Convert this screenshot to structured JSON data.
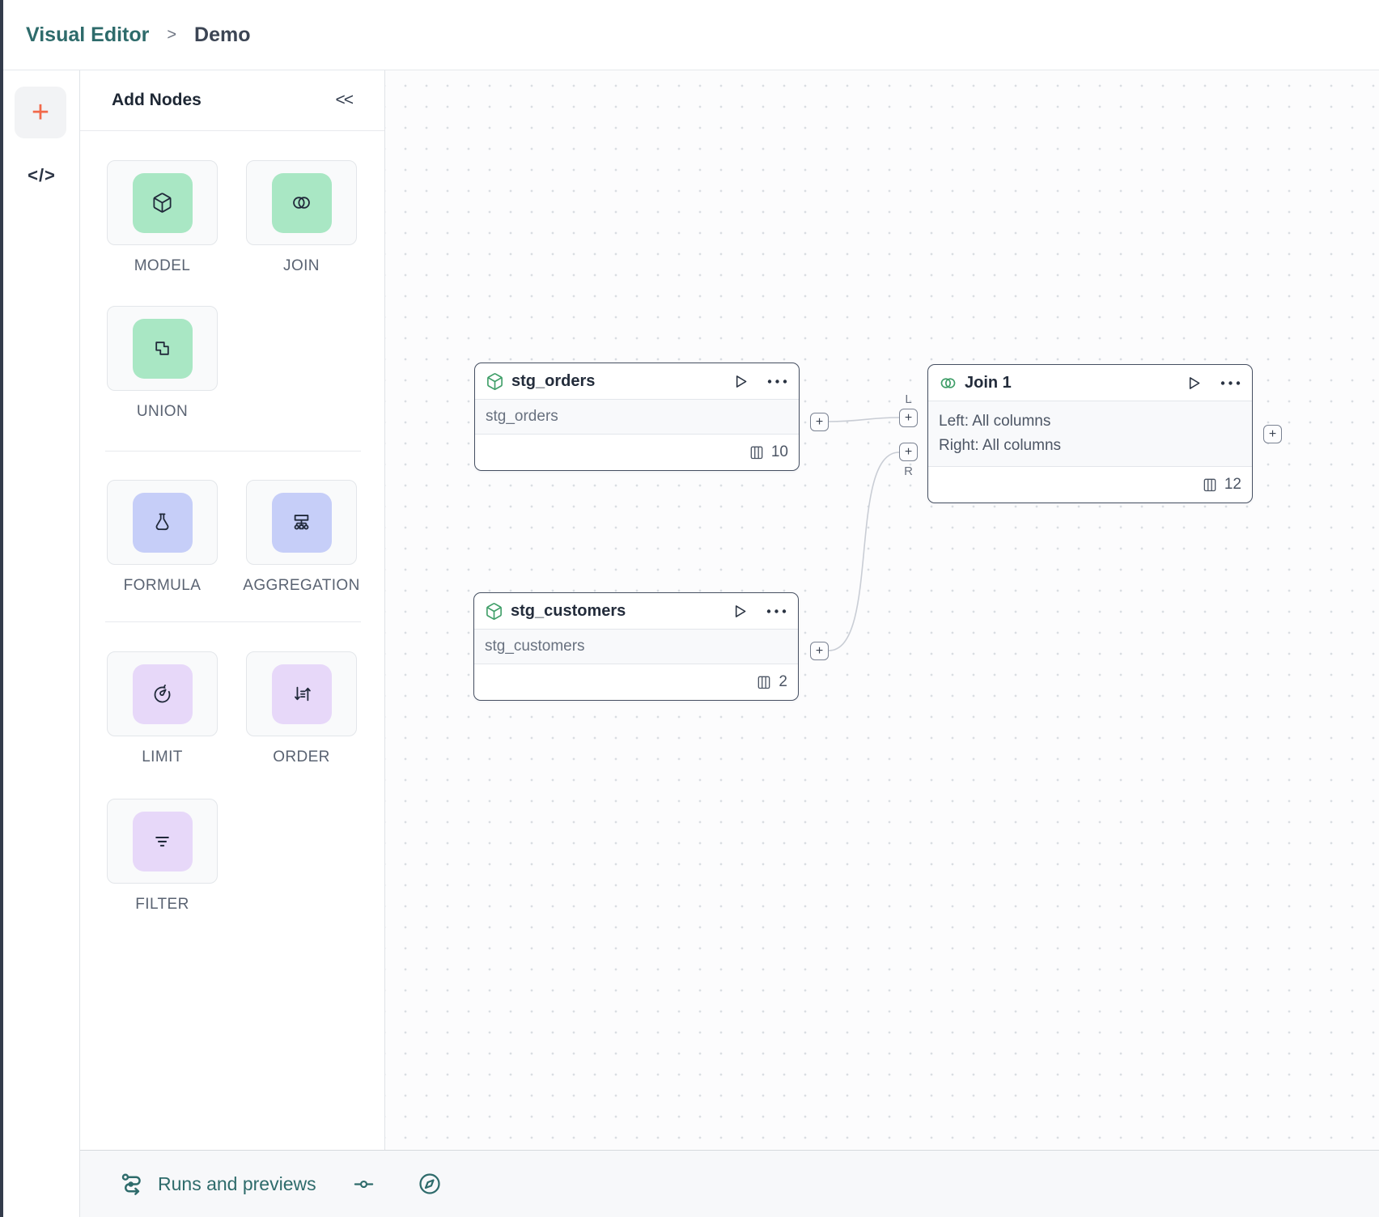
{
  "breadcrumb": {
    "root": "Visual Editor",
    "separator": ">",
    "current": "Demo"
  },
  "rail": {
    "add_button": "+",
    "code_button": "</>"
  },
  "panel": {
    "title": "Add Nodes",
    "collapse": "<<",
    "groups": [
      {
        "items": [
          {
            "label": "MODEL"
          },
          {
            "label": "JOIN"
          },
          {
            "label": "UNION"
          }
        ]
      },
      {
        "items": [
          {
            "label": "FORMULA"
          },
          {
            "label": "AGGREGATION"
          }
        ]
      },
      {
        "items": [
          {
            "label": "LIMIT"
          },
          {
            "label": "ORDER"
          },
          {
            "label": "FILTER"
          }
        ]
      }
    ]
  },
  "canvas": {
    "plus": "+",
    "nodes": {
      "stg_orders": {
        "title": "stg_orders",
        "subtitle": "stg_orders",
        "column_count": "10"
      },
      "stg_customers": {
        "title": "stg_customers",
        "subtitle": "stg_customers",
        "column_count": "2"
      },
      "join1": {
        "title": "Join 1",
        "line1": "Left: All columns",
        "line2": "Right: All columns",
        "column_count": "12",
        "handle_left": "L",
        "handle_right": "R"
      }
    }
  },
  "statusbar": {
    "runs_label": "Runs and previews"
  },
  "colors": {
    "teal": "#2e6b6b",
    "orange": "#f2694a",
    "green_tile": "#a9e7c4",
    "blue_tile": "#c6cef8",
    "purple_tile": "#e7d8f9",
    "node_icon_green": "#3f9e68",
    "node_border": "#454f61",
    "edge": "#c9cdd5"
  }
}
